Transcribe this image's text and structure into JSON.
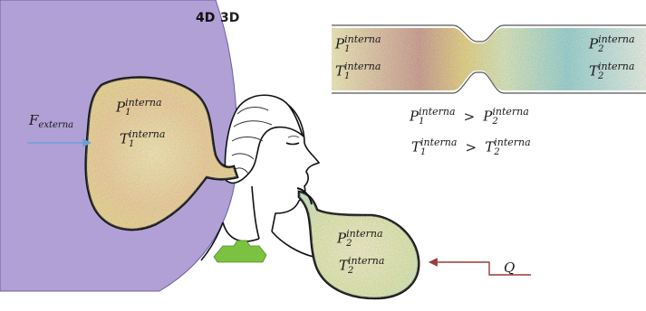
{
  "dimension_labels": {
    "four_d": "4D",
    "three_d": "3D"
  },
  "force_label": {
    "symbol": "F",
    "sub": "externa"
  },
  "bag_left": {
    "p": {
      "symbol": "P",
      "sub": "1",
      "sup": "interna"
    },
    "t": {
      "symbol": "T",
      "sub": "1",
      "sup": "interna"
    }
  },
  "bag_right": {
    "p": {
      "symbol": "P",
      "sub": "2",
      "sup": "interna"
    },
    "t": {
      "symbol": "T",
      "sub": "2",
      "sup": "interna"
    }
  },
  "tube": {
    "left_p": {
      "symbol": "P",
      "sub": "1",
      "sup": "interna"
    },
    "left_t": {
      "symbol": "T",
      "sub": "1",
      "sup": "interna"
    },
    "right_p": {
      "symbol": "P",
      "sub": "2",
      "sup": "interna"
    },
    "right_t": {
      "symbol": "T",
      "sub": "2",
      "sup": "interna"
    }
  },
  "inequalities": {
    "p": {
      "lhs": "P",
      "lhs_sub": "1",
      "lhs_sup": "interna",
      "op": ">",
      "rhs": "P",
      "rhs_sub": "2",
      "rhs_sup": "interna"
    },
    "t": {
      "lhs": "T",
      "lhs_sub": "1",
      "lhs_sup": "interna",
      "op": ">",
      "rhs": "T",
      "rhs_sub": "2",
      "rhs_sup": "interna"
    }
  },
  "heat_label": "Q",
  "colors": {
    "four_d_region": "#b0a0d6",
    "bag_warm": "#f2d88a",
    "bag_cool": "#e8e6a0",
    "tube_left": "#c9928a",
    "tube_right": "#7fc8c8",
    "arrow_blue": "#6aa0d8",
    "arrow_red": "#9a3a3a",
    "neck_green": "#7cc242"
  }
}
